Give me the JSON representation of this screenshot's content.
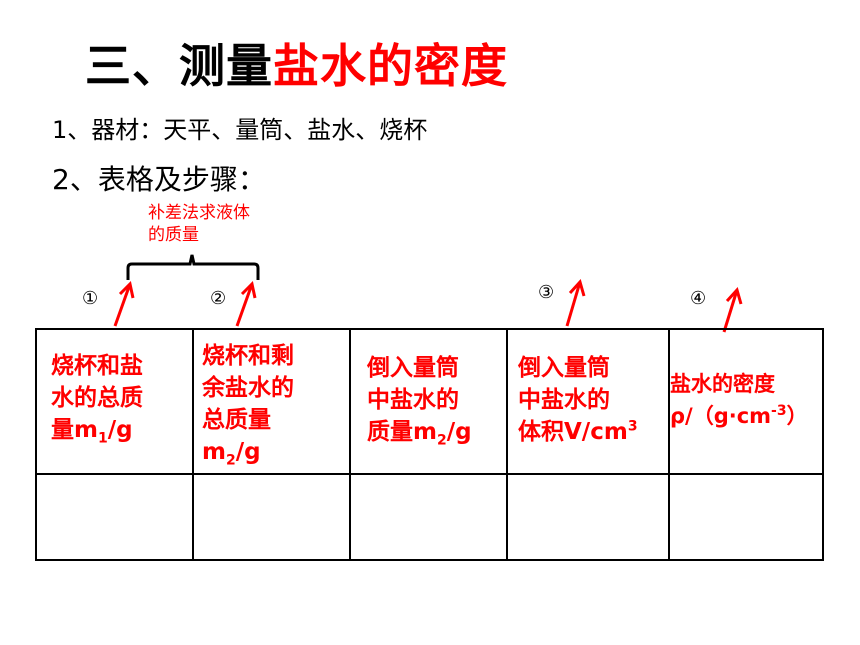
{
  "title": {
    "black_part": "三、测量",
    "red_part": "盐水的密度"
  },
  "materials": "1、器材：天平、量筒、盐水、烧杯",
  "steps_heading": "2、表格及步骤：",
  "note": {
    "line1": "补差法求液体",
    "line2": "的质量"
  },
  "markers": [
    "①",
    "②",
    "③",
    "④"
  ],
  "table": {
    "col1": {
      "l1": "烧杯和盐",
      "l2": "水的总质",
      "l3": "量m",
      "sub": "1",
      "tail": "/g"
    },
    "col2": {
      "l1": "烧杯和剩",
      "l2": "余盐水的",
      "l3": "总质量",
      "l4": "m",
      "sub": "2",
      "tail": "/g"
    },
    "col3": {
      "l1": "倒入量筒",
      "l2": "中盐水的",
      "l3": "质量m",
      "sub": "2",
      "tail": "/g"
    },
    "col4": {
      "l1": "倒入量筒",
      "l2": "中盐水的",
      "l3": "体积V/cm",
      "sup": "3"
    },
    "col5": {
      "l1": "盐水的密度",
      "l2": "ρ/（g·cm",
      "sup": "-3",
      "tail": "）"
    }
  },
  "colors": {
    "accent_red": "#ff0000",
    "text": "#000000"
  }
}
